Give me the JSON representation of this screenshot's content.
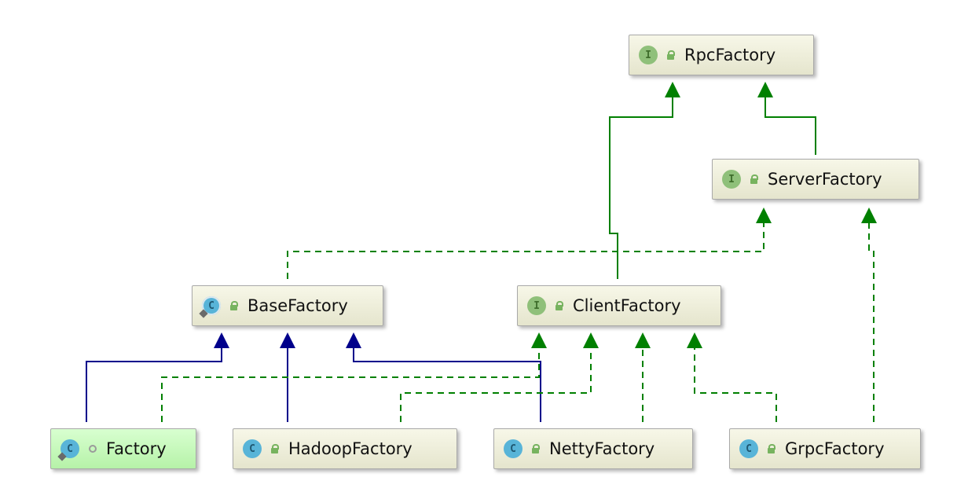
{
  "colors": {
    "inheritance_edge": "#00008b",
    "implementation_edge": "#008000",
    "node_fill": "#eeeedd",
    "highlight_fill": "#c4f8b8"
  },
  "nodes": {
    "rpc": {
      "name": "RpcFactory",
      "kind_letter": "I",
      "kind": "interface"
    },
    "server": {
      "name": "ServerFactory",
      "kind_letter": "I",
      "kind": "interface"
    },
    "base": {
      "name": "BaseFactory",
      "kind_letter": "C",
      "kind": "abstract-class"
    },
    "client": {
      "name": "ClientFactory",
      "kind_letter": "I",
      "kind": "interface"
    },
    "factory": {
      "name": "Factory",
      "kind_letter": "C",
      "kind": "class"
    },
    "hadoop": {
      "name": "HadoopFactory",
      "kind_letter": "C",
      "kind": "class"
    },
    "netty": {
      "name": "NettyFactory",
      "kind_letter": "C",
      "kind": "class"
    },
    "grpc": {
      "name": "GrpcFactory",
      "kind_letter": "C",
      "kind": "class"
    }
  },
  "edges": [
    {
      "from": "client",
      "to": "rpc",
      "type": "extends"
    },
    {
      "from": "server",
      "to": "rpc",
      "type": "extends"
    },
    {
      "from": "base",
      "to": "server",
      "type": "implements"
    },
    {
      "from": "grpc",
      "to": "server",
      "type": "implements"
    },
    {
      "from": "factory",
      "to": "base",
      "type": "extends"
    },
    {
      "from": "hadoop",
      "to": "base",
      "type": "extends"
    },
    {
      "from": "netty",
      "to": "base",
      "type": "extends"
    },
    {
      "from": "factory",
      "to": "client",
      "type": "implements"
    },
    {
      "from": "hadoop",
      "to": "client",
      "type": "implements"
    },
    {
      "from": "netty",
      "to": "client",
      "type": "implements"
    },
    {
      "from": "grpc",
      "to": "client",
      "type": "implements"
    }
  ]
}
